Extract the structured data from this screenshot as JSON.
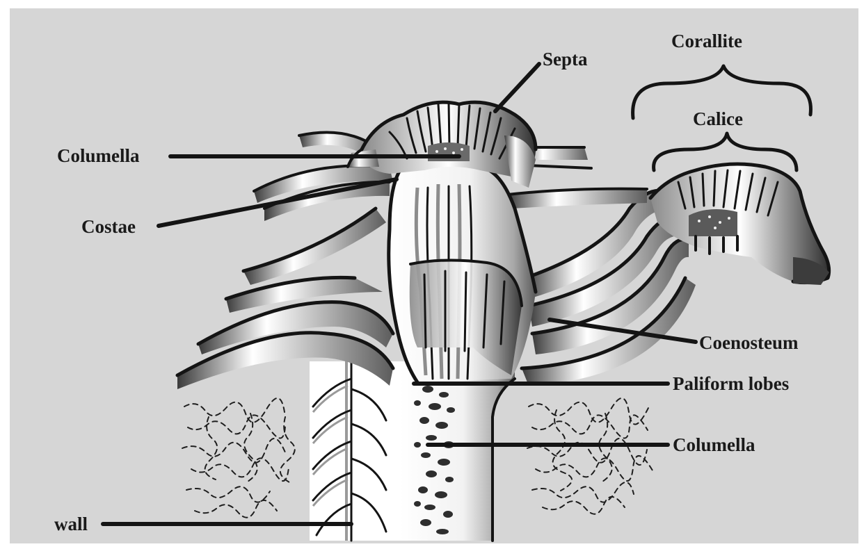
{
  "diagram": {
    "labels": {
      "septa": "Septa",
      "corallite": "Corallite",
      "calice": "Calice",
      "columella_top": "Columella",
      "costae": "Costae",
      "coenosteum": "Coenosteum",
      "paliform_lobes": "Paliform lobes",
      "columella_bottom": "Columella",
      "wall": "wall"
    }
  }
}
